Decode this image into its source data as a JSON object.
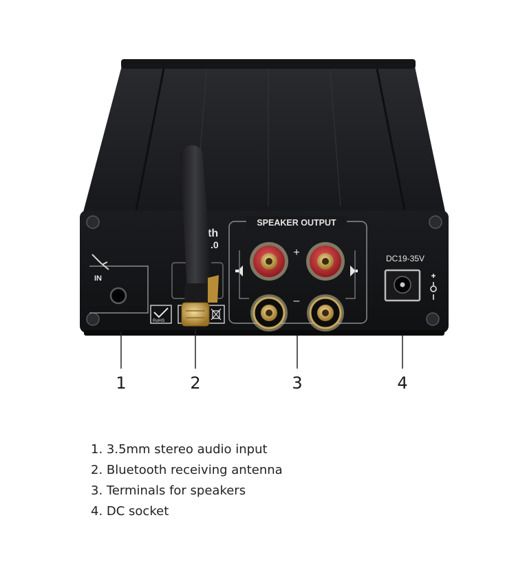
{
  "device": {
    "panel_brand_partial": "th",
    "panel_version_partial": ".0",
    "input_label": "IN",
    "speaker_output_label": "SPEAKER OUTPUT",
    "plus_sign": "+",
    "minus_sign": "–",
    "dc_label": "DC19-35V",
    "cert_rohs": "RoHS"
  },
  "callouts": [
    {
      "number": "1"
    },
    {
      "number": "2"
    },
    {
      "number": "3"
    },
    {
      "number": "4"
    }
  ],
  "legend": [
    {
      "text": "1. 3.5mm stereo audio input"
    },
    {
      "text": "2. Bluetooth receiving antenna"
    },
    {
      "text": "3. Terminals for speakers"
    },
    {
      "text": "4. DC socket"
    }
  ],
  "colors": {
    "chassis": "#1e1f22",
    "panel": "#141416",
    "print": "#e6e6e6",
    "gold": "#c8a24a",
    "red_terminal": "#b3262b"
  }
}
